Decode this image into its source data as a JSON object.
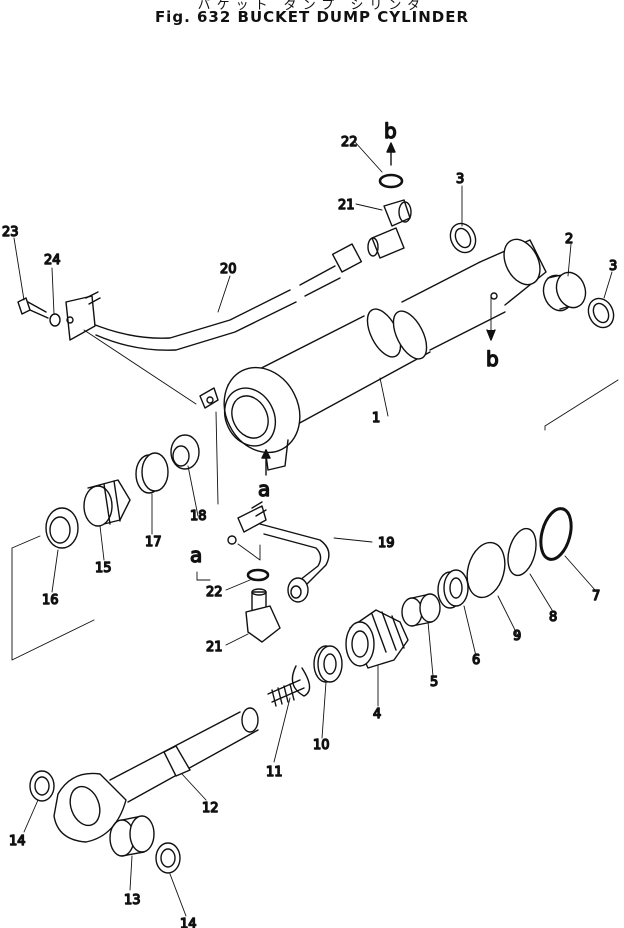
{
  "header": {
    "title_jp": "バケット ダンプ シリンダ",
    "title": "Fig. 632 BUCKET DUMP CYLINDER"
  },
  "callouts": {
    "p1": "1",
    "p2": "2",
    "p3a": "3",
    "p3b": "3",
    "p4": "4",
    "p5": "5",
    "p6": "6",
    "p7": "7",
    "p8": "8",
    "p9": "9",
    "p10": "10",
    "p11": "11",
    "p12": "12",
    "p13": "13",
    "p14a": "14",
    "p14b": "14",
    "p15": "15",
    "p16": "16",
    "p17": "17",
    "p18": "18",
    "p19": "19",
    "p20": "20",
    "p21a": "21",
    "p21b": "21",
    "p22a": "22",
    "p22b": "22",
    "p23": "23",
    "p24": "24"
  },
  "refs": {
    "a1": "a",
    "a2": "a",
    "b1": "b",
    "b2": "b"
  }
}
